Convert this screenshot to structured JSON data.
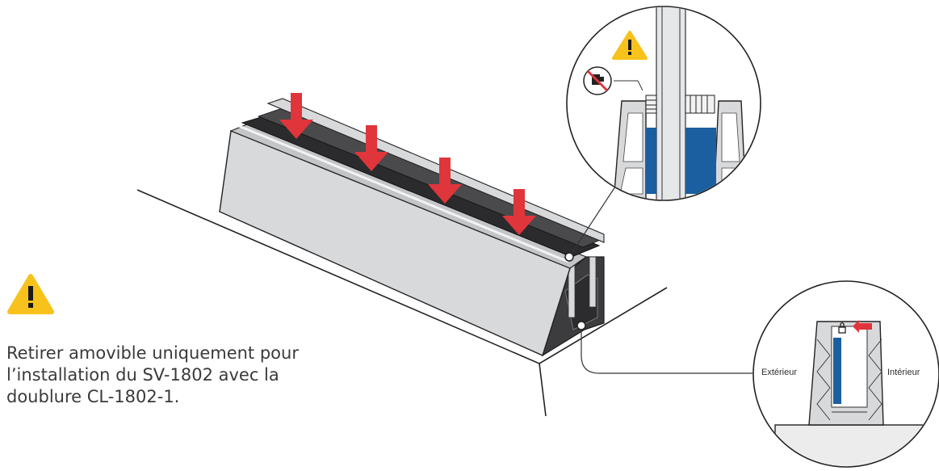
{
  "colors": {
    "warning_yellow": "#f7c21b",
    "arrow_red": "#e0353b",
    "glass_blue": "#1b5fa0",
    "rail_gray": "#d8d9db",
    "rail_dark": "#3c3c3e"
  },
  "icons": {
    "warning": "warning-triangle-icon",
    "no_tool": "no-tool-prohibited-icon",
    "lock": "lock-icon"
  },
  "note": {
    "line1": "Retirer amovible uniquement pour",
    "line2": "l’installation du SV-1802 avec la",
    "line3": "doublure CL-1802-1."
  },
  "detail": {
    "exterior_label": "Extérieur",
    "interior_label": "Intérieur"
  }
}
